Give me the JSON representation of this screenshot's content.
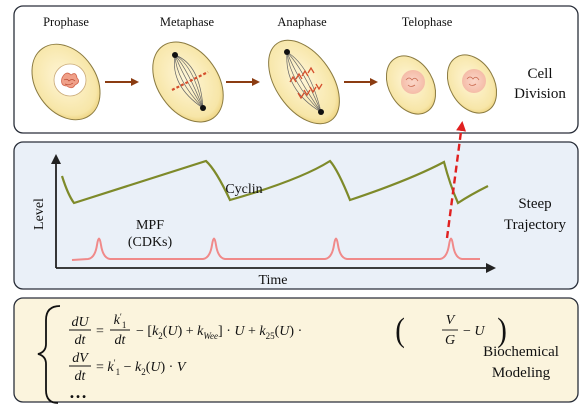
{
  "panels": {
    "division": {
      "phases": [
        "Prophase",
        "Metaphase",
        "Anaphase",
        "Telophase"
      ],
      "label_line1": "Cell",
      "label_line2": "Division"
    },
    "trajectory": {
      "ylabel": "Level",
      "xlabel": "Time",
      "series": [
        {
          "name": "Cyclin",
          "color": "#7e8a2a"
        },
        {
          "name_line1": "MPF",
          "name_line2": "(CDKs)",
          "color": "#f08a8a"
        }
      ],
      "label_line1": "Steep",
      "label_line2": "Trajectory"
    },
    "modeling": {
      "label_line1": "Biochemical",
      "label_line2": "Modeling",
      "ellipsis": "…"
    }
  },
  "colors": {
    "panel_border": "#2a2f3a",
    "trajectory_bg": "#eaf0f8",
    "modeling_bg": "#fbf4dd",
    "cell_membrane": "#e3c46a",
    "cell_fill": "#fbf0c7",
    "arrow": "#8b3c12",
    "dashed_arrow": "#e02020"
  },
  "icons": [
    "prophase-cell",
    "metaphase-cell",
    "anaphase-cell",
    "telophase-cell-pair",
    "transition-arrow",
    "dashed-link-arrow"
  ]
}
